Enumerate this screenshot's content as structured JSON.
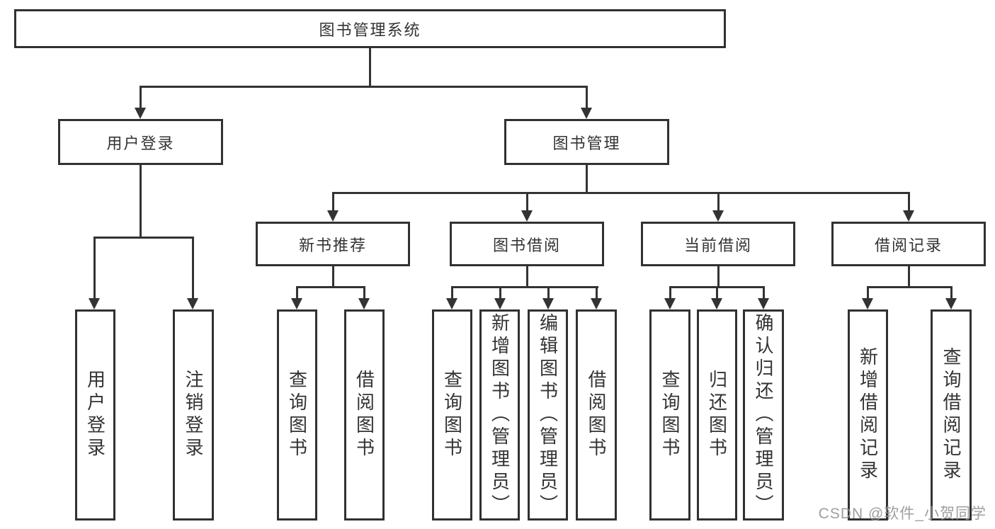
{
  "diagram_type": "hierarchy-tree",
  "tree": {
    "label": "图书管理系统",
    "children": [
      {
        "label": "用户登录",
        "children": [
          {
            "label": "用户登录"
          },
          {
            "label": "注销登录"
          }
        ]
      },
      {
        "label": "图书管理",
        "children": [
          {
            "label": "新书推荐",
            "children": [
              {
                "label": "查询图书"
              },
              {
                "label": "借阅图书"
              }
            ]
          },
          {
            "label": "图书借阅",
            "children": [
              {
                "label": "查询图书"
              },
              {
                "label": "新增图书（管理员）"
              },
              {
                "label": "编辑图书（管理员）"
              },
              {
                "label": "借阅图书"
              }
            ]
          },
          {
            "label": "当前借阅",
            "children": [
              {
                "label": "查询图书"
              },
              {
                "label": "归还图书"
              },
              {
                "label": "确认归还（管理员）"
              }
            ]
          },
          {
            "label": "借阅记录",
            "children": [
              {
                "label": "新增借阅记录"
              },
              {
                "label": "查询借阅记录"
              }
            ]
          }
        ]
      }
    ]
  },
  "watermark": {
    "text": "CSDN @软件_小贺同学"
  },
  "colors": {
    "line": "#333333",
    "text": "#333333",
    "watermark": "#949494",
    "background": "#ffffff"
  }
}
